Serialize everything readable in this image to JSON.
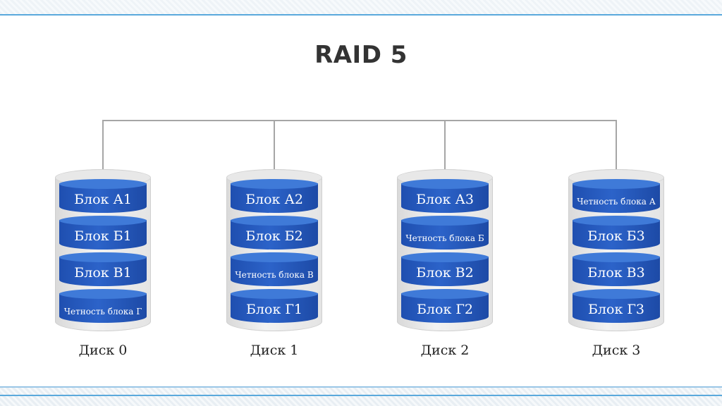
{
  "title": "RAID 5",
  "colors": {
    "block": "#2c63c9",
    "shell": "#e4e4e4",
    "connector": "#a6a6a6",
    "accent": "#5aa9dc"
  },
  "disks": [
    {
      "label": "Диск 0",
      "blocks": [
        "Блок А1",
        "Блок Б1",
        "Блок В1",
        "Четность блока Г"
      ]
    },
    {
      "label": "Диск 1",
      "blocks": [
        "Блок А2",
        "Блок Б2",
        "Четность блока В",
        "Блок Г1"
      ]
    },
    {
      "label": "Диск 2",
      "blocks": [
        "Блок А3",
        "Четность блока Б",
        "Блок В2",
        "Блок Г2"
      ]
    },
    {
      "label": "Диск 3",
      "blocks": [
        "Четность блока А",
        "Блок Б3",
        "Блок В3",
        "Блок Г3"
      ]
    }
  ]
}
